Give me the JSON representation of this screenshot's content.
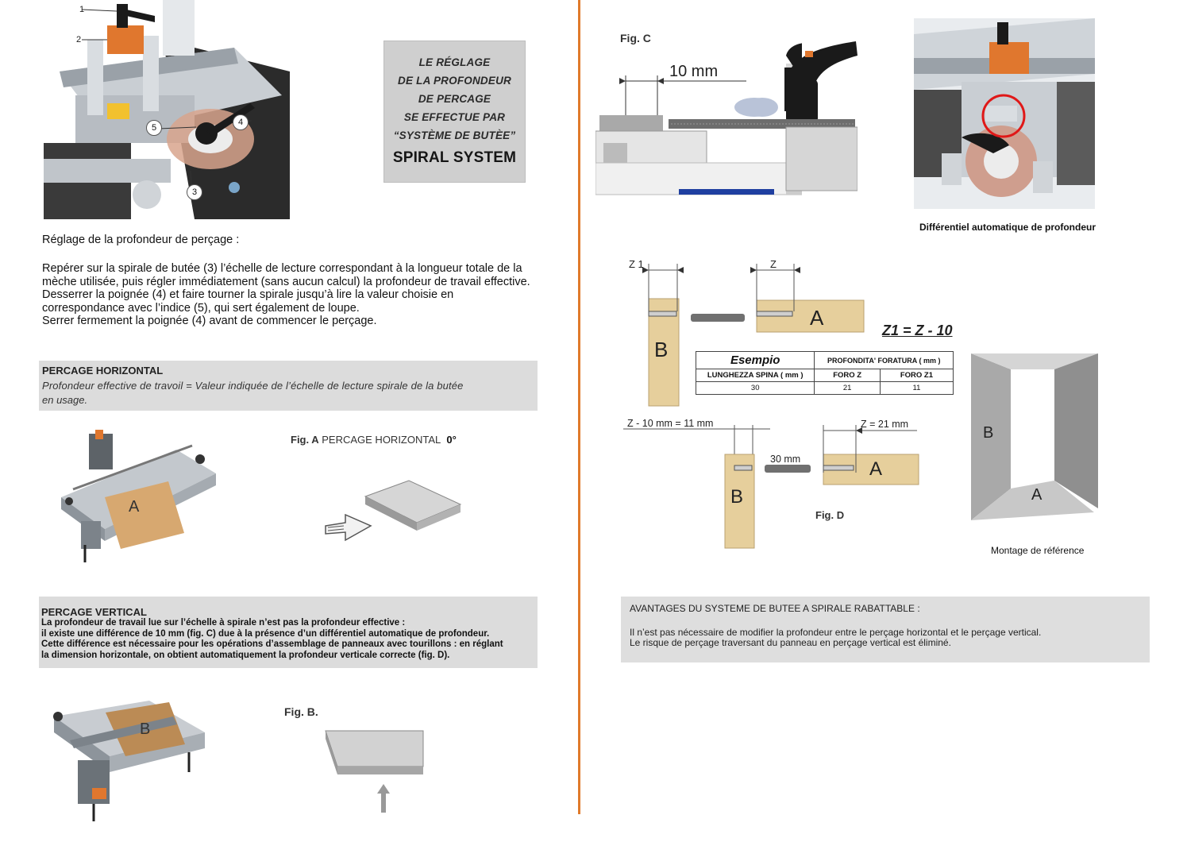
{
  "left_page": {
    "callouts": [
      "1",
      "2",
      "3",
      "4",
      "5"
    ],
    "plate": {
      "lines": [
        "LE RÉGLAGE",
        "DE LA PROFONDEUR",
        "DE PERCAGE",
        "SE EFFECTUE PAR",
        "“SYSTÈME DE BUTÈE”"
      ],
      "headline": "SPIRAL SYSTEM"
    },
    "intro_title": "Réglage de la profondeur de perçage :",
    "intro_lines": [
      "Repérer sur la spirale de butée (3) l’échelle de lecture correspondant à la longueur totale de la",
      "mèche utilisée, puis régler immédiatement (sans aucun calcul) la profondeur de travail effective.",
      "Desserrer la poignée (4) et faire tourner la spirale jusqu’à lire la valeur choisie en",
      "correspondance avec l’indice (5), qui sert également de loupe.",
      "Serrer fermement la poignée (4) avant de commencer le perçage."
    ],
    "horizontal": {
      "title": "PERCAGE HORIZONTAL",
      "text_1": "Profondeur effective de travoil = Valeur indiquée de l’échelle de lecture spirale de la butée",
      "text_2": "en usage."
    },
    "fig_a": {
      "label": "Fig. A",
      "text": "PERCAGE HORIZONTAL",
      "angle": "0°",
      "panel_letter": "A"
    },
    "vertical": {
      "title": "PERCAGE VERTICAL",
      "lines": [
        "La profondeur de travail lue sur l’échelle à spirale n’est pas la profondeur effective :",
        "il existe une différence de 10 mm (fig. C) due à la présence d’un différentiel automatique de profondeur.",
        "Cette différence est nécessaire pour les opérations d’assemblage de panneaux avec tourillons : en réglant",
        "la dimension horizontale, on obtient automatiquement la profondeur verticale correcte (fig. D)."
      ]
    },
    "fig_b": {
      "label": "Fig. B.",
      "panel_letter": "B"
    }
  },
  "right_page": {
    "fig_c": {
      "label": "Fig. C",
      "dimension": "10 mm"
    },
    "photo_caption": "Différentiel automatique de profondeur",
    "fig_d": {
      "z1": "Z 1",
      "z": "Z",
      "formula": "Z1 = Z - 10",
      "letter_a": "A",
      "letter_b": "B",
      "table": {
        "title": "Esempio",
        "header_right": "PROFONDITA' FORATURA ( mm )",
        "col1": "LUNGHEZZA SPINA ( mm )",
        "col2": "FORO Z",
        "col3": "FORO Z1",
        "v1": "30",
        "v2": "21",
        "v3": "11"
      },
      "lower_left": "Z - 10 mm = 11 mm",
      "lower_right": "Z = 21 mm",
      "dowel": "30 mm",
      "label": "Fig. D"
    },
    "box": {
      "letter_b": "B",
      "letter_a": "A",
      "caption": "Montage de référence"
    },
    "advantages": {
      "title": "AVANTAGES DU SYSTEME DE BUTEE A SPIRALE RABATTABLE :",
      "lines": [
        "Il n’est pas nécessaire de modifier la profondeur entre le perçage horizontal et le perçage vertical.",
        "Le risque de perçage traversant du panneau en perçage vertical est éliminé."
      ]
    }
  },
  "colors": {
    "divider": "#e07a2a",
    "stop_block": "#e0772e",
    "highlight_circle": "#e01818",
    "wood": "#e6cf9c"
  }
}
